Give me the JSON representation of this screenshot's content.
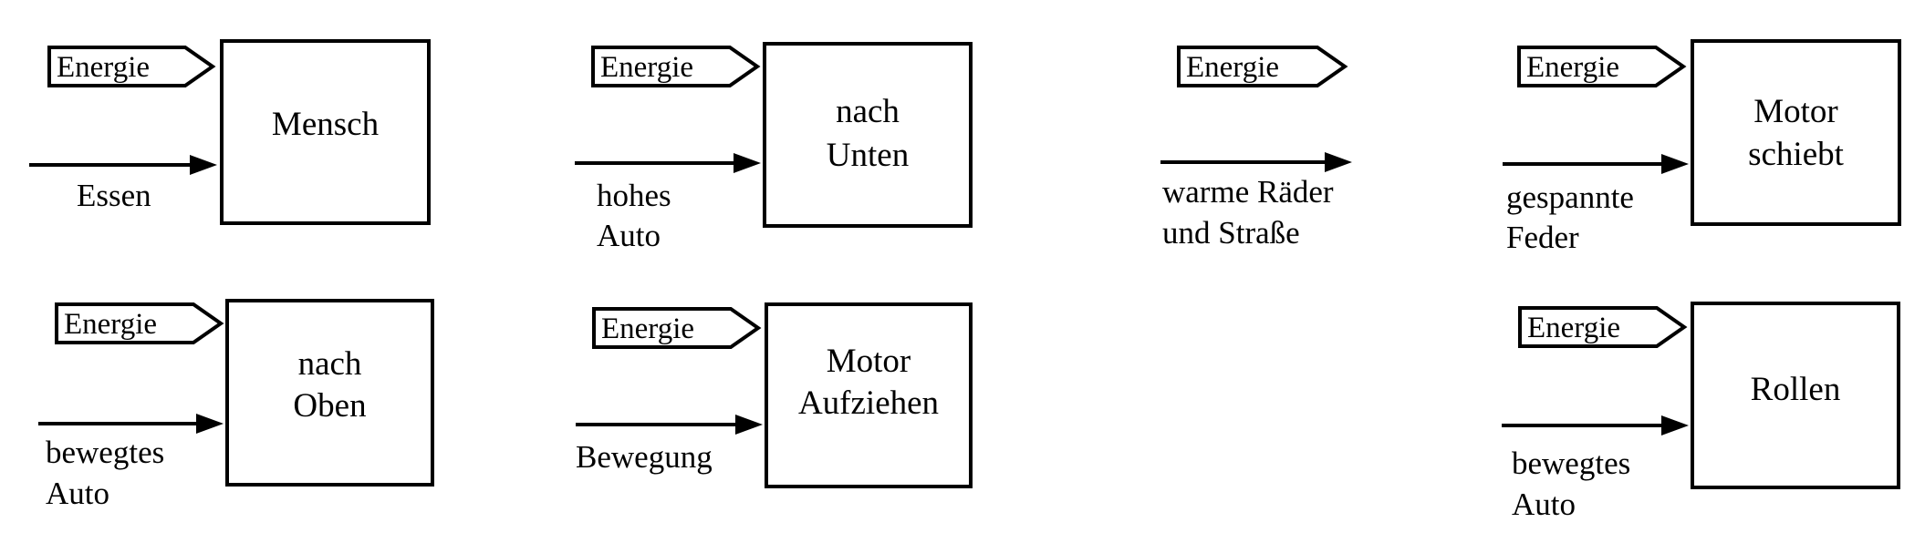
{
  "energy_label": "Energie",
  "units": [
    {
      "id": "mensch",
      "box_lines": [
        "Mensch"
      ],
      "input_lines": [
        "Essen"
      ]
    },
    {
      "id": "nach-unten",
      "box_lines": [
        "nach",
        "Unten"
      ],
      "input_lines": [
        "hohes",
        "Auto"
      ]
    },
    {
      "id": "reibung",
      "box_lines": [],
      "input_lines": [
        "warme Räder",
        "und Straße"
      ]
    },
    {
      "id": "motor-schiebt",
      "box_lines": [
        "Motor",
        "schiebt"
      ],
      "input_lines": [
        "gespannte",
        "Feder"
      ]
    },
    {
      "id": "nach-oben",
      "box_lines": [
        "nach",
        "Oben"
      ],
      "input_lines": [
        "bewegtes",
        "Auto"
      ]
    },
    {
      "id": "motor-aufziehen",
      "box_lines": [
        "Motor",
        "Aufziehen"
      ],
      "input_lines": [
        "Bewegung"
      ]
    },
    {
      "id": "rollen",
      "box_lines": [
        "Rollen"
      ],
      "input_lines": [
        "bewegtes",
        "Auto"
      ]
    }
  ]
}
